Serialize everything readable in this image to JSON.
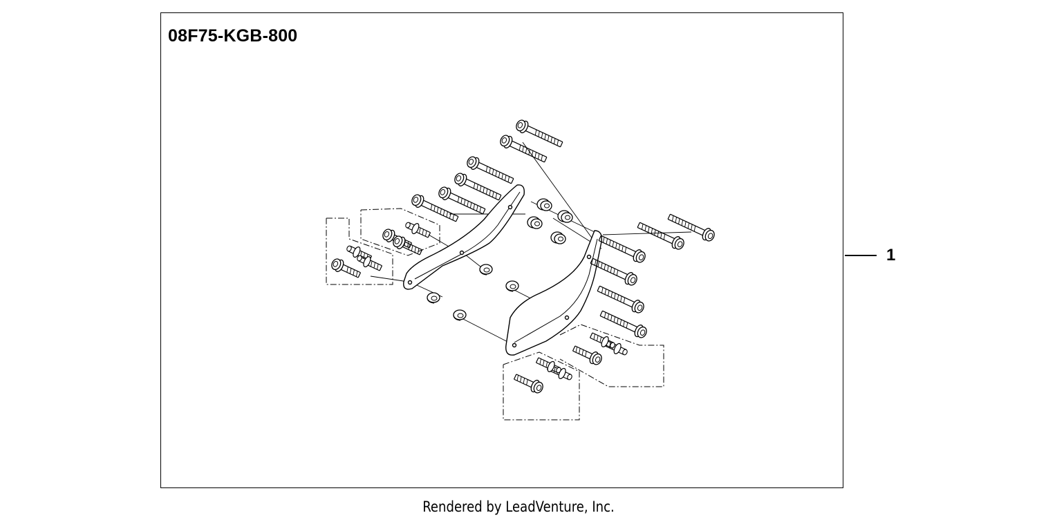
{
  "diagram": {
    "part_number": "08F75-KGB-800",
    "callouts": [
      {
        "number": "1"
      }
    ]
  },
  "footer": {
    "text": "Rendered by LeadVenture, Inc."
  }
}
